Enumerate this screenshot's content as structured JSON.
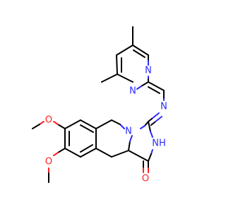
{
  "molecule": {
    "colors": {
      "carbon": "#000000",
      "nitrogen": "#2a2aff",
      "oxygen": "#ff1f1f",
      "background": "#ffffff"
    },
    "atom_labels": {
      "pyrimidine_n1": "N",
      "pyrimidine_n3": "N",
      "imine_n": "N",
      "ring_n": "N",
      "nh": "NH",
      "carbonyl_o": "O",
      "methoxy_o1": "O",
      "methoxy_o2": "O"
    }
  }
}
